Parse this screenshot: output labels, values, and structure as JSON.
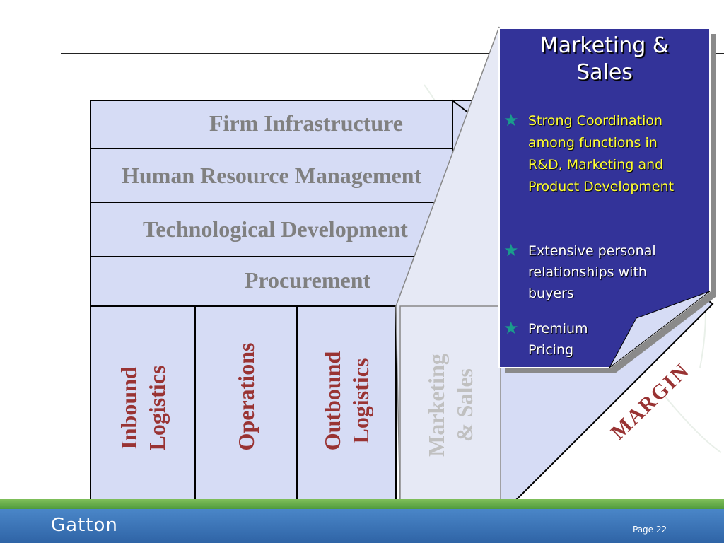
{
  "slide": {
    "support_activities": [
      "Firm Infrastructure",
      "Human Resource Management",
      "Technological Development",
      "Procurement"
    ],
    "primary_activities": [
      {
        "lines": [
          "Inbound",
          "Logistics"
        ]
      },
      {
        "lines": [
          "Operations"
        ]
      },
      {
        "lines": [
          "Outbound",
          "Logistics"
        ]
      },
      {
        "lines": [
          "Marketing",
          "& Sales"
        ]
      }
    ],
    "margin_label": "MARGIN",
    "callout": {
      "title_line1": "Marketing &",
      "title_line2": "Sales",
      "bullets": [
        {
          "lines": [
            "Strong Coordination",
            "among functions in",
            "R&D, Marketing and",
            "Product Development"
          ],
          "color": "#ffff33"
        },
        {
          "lines": [
            "Extensive personal",
            "relationships with",
            "buyers"
          ],
          "color": "#ffffff"
        },
        {
          "lines": [
            "Premium",
            "Pricing"
          ],
          "color": "#ffffff"
        }
      ],
      "bullet_icon": "star-icon"
    },
    "footer": {
      "brand": "Gatton",
      "page": "Page 22"
    },
    "colors": {
      "box_fill": "#d6dcf5",
      "callout_fill": "#333399",
      "footer_blue": "#3a74b8",
      "footer_green": "#4f9a3c",
      "star": "#1a9c8c"
    }
  }
}
